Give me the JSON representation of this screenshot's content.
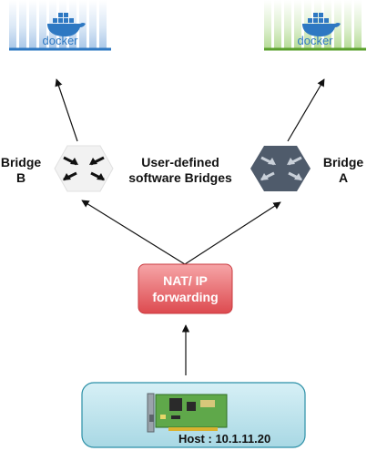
{
  "containers": {
    "left": {
      "logo_text": "docker",
      "color": "#2e78c2"
    },
    "right": {
      "logo_text": "docker",
      "color": "#5aa02c"
    }
  },
  "bridges": {
    "b": {
      "line1": "Bridge",
      "line2": "B",
      "fill": "#f2f2f2"
    },
    "a": {
      "line1": "Bridge",
      "line2": "A",
      "fill": "#4f5b6b"
    },
    "caption_line1": "User-defined",
    "caption_line2": "software Bridges"
  },
  "nat": {
    "line1": "NAT/ IP",
    "line2": "forwarding",
    "fill": "#e8666a"
  },
  "host": {
    "label": "Host : 10.1.11.20",
    "fill": "#bfe3ec"
  }
}
